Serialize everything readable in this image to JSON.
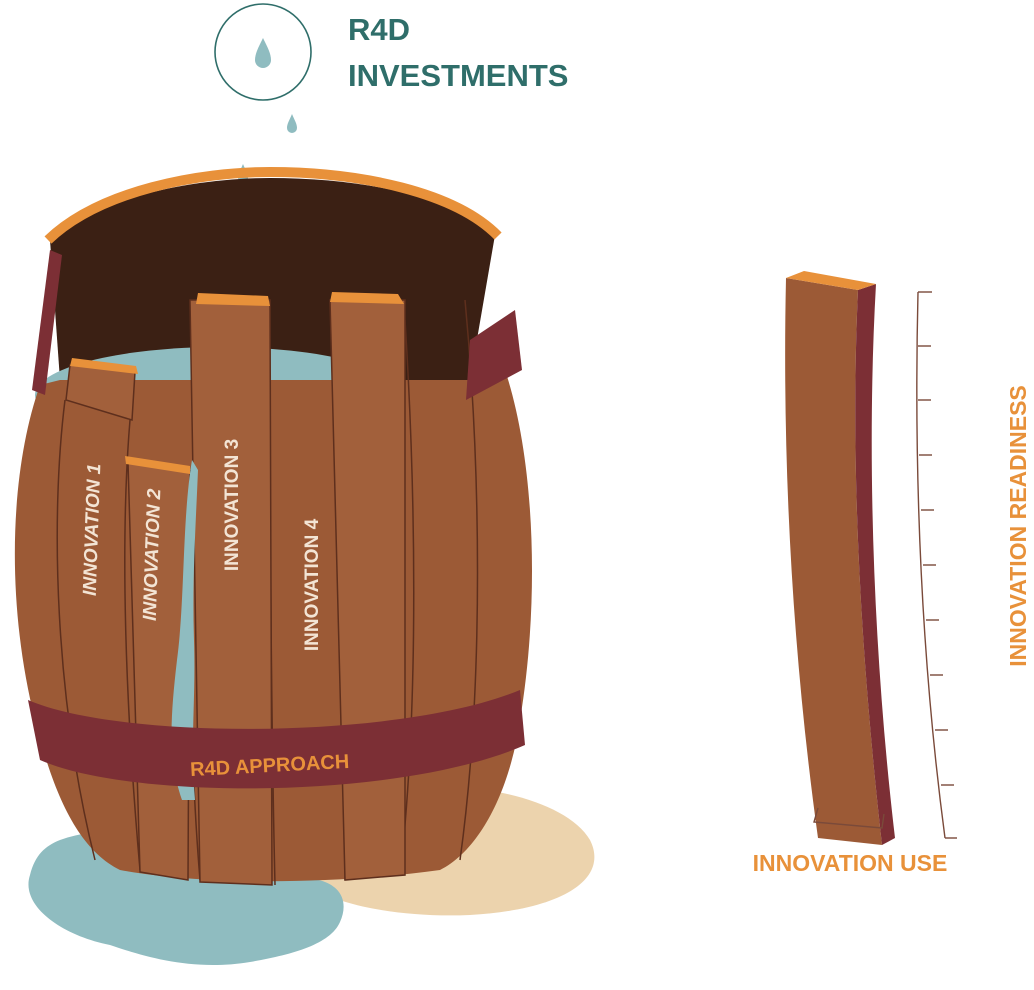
{
  "title": {
    "line1": "R4D",
    "line2": "INVESTMENTS"
  },
  "barrel": {
    "band_label": "R4D APPROACH",
    "staves": [
      "INNOVATION 1",
      "INNOVATION 2",
      "INNOVATION 3",
      "INNOVATION 4"
    ]
  },
  "side": {
    "readiness_label": "INNOVATION READINESS",
    "use_label": "INNOVATION USE"
  },
  "colors": {
    "teal": "#2f6e6a",
    "water": "#8fbcc0",
    "wood": "#9c5a36",
    "wood_dark": "#7a3a2c",
    "band": "#7c2f35",
    "orange": "#e8913a",
    "shadow": "#ecd3ad",
    "interior": "#3b2014"
  }
}
